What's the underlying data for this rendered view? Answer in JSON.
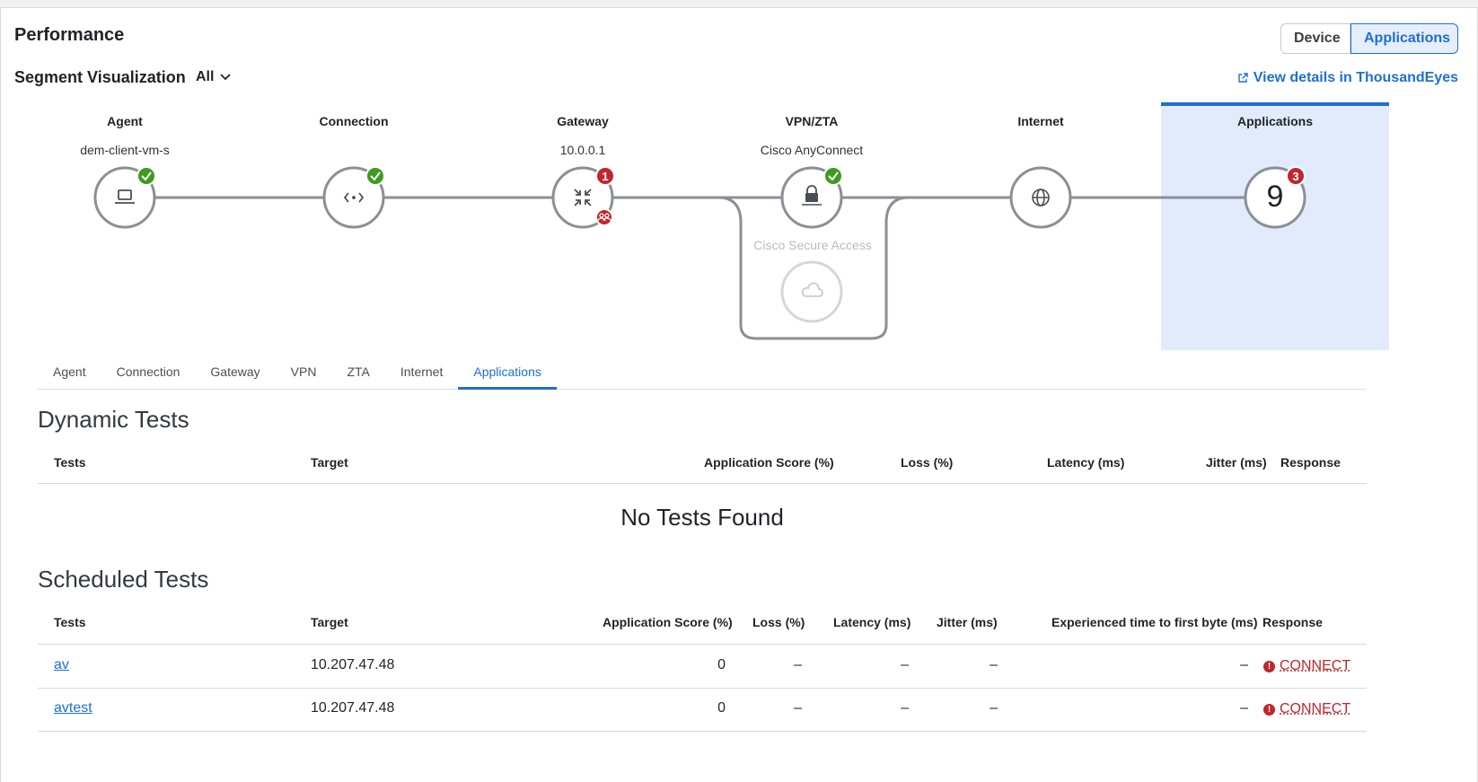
{
  "performance": {
    "title": "Performance",
    "toggle": {
      "device": "Device",
      "applications": "Applications"
    }
  },
  "segment": {
    "title": "Segment Visualization",
    "filter": "All",
    "view_link": "View details in ThousandEyes"
  },
  "nodes": [
    {
      "label": "Agent",
      "sub": "dem-client-vm-s",
      "status": "ok"
    },
    {
      "label": "Connection",
      "sub": "",
      "status": "ok"
    },
    {
      "label": "Gateway",
      "sub": "10.0.0.1",
      "status": "error",
      "badge": "1"
    },
    {
      "label": "VPN/ZTA",
      "sub": "Cisco AnyConnect",
      "status": "ok"
    },
    {
      "label": "Internet",
      "sub": "",
      "status": "none"
    },
    {
      "label": "Applications",
      "sub": "",
      "count": "9",
      "badge": "3"
    }
  ],
  "secure_access": {
    "label": "Cisco Secure Access"
  },
  "tabs": [
    "Agent",
    "Connection",
    "Gateway",
    "VPN",
    "ZTA",
    "Internet",
    "Applications"
  ],
  "active_tab": "Applications",
  "dynamic": {
    "title": "Dynamic Tests",
    "headers": [
      "Tests",
      "Target",
      "Application Score (%)",
      "Loss (%)",
      "Latency (ms)",
      "Jitter (ms)",
      "Response"
    ],
    "empty": "No Tests Found"
  },
  "scheduled": {
    "title": "Scheduled Tests",
    "headers": [
      "Tests",
      "Target",
      "Application Score (%)",
      "Loss (%)",
      "Latency (ms)",
      "Jitter (ms)",
      "Experienced time to first byte (ms)",
      "Response"
    ],
    "rows": [
      {
        "test": "av",
        "target": "10.207.47.48",
        "score": "0",
        "loss": "–",
        "latency": "–",
        "jitter": "–",
        "ttfb": "–",
        "response": "CONNECT"
      },
      {
        "test": "avtest",
        "target": "10.207.47.48",
        "score": "0",
        "loss": "–",
        "latency": "–",
        "jitter": "–",
        "ttfb": "–",
        "response": "CONNECT"
      }
    ]
  },
  "colors": {
    "accent": "#1f6fd0",
    "ok": "#3f9b1f",
    "error": "#c0262d",
    "highlight": "#e1ebfb"
  }
}
